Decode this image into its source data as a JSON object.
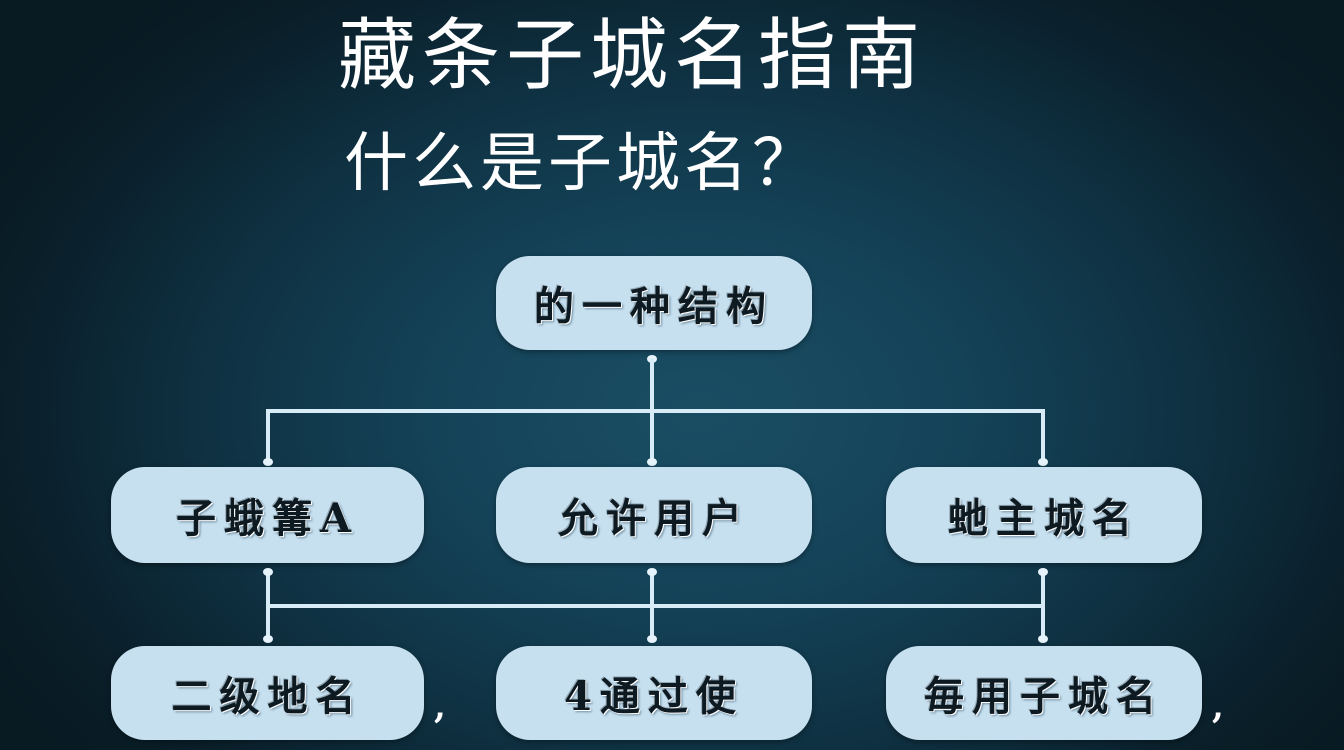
{
  "header": {
    "title": "藏条子城名指南",
    "subtitle": "什么是子城名？"
  },
  "diagram": {
    "root": {
      "label": "的一种结构"
    },
    "level1": [
      {
        "label": "子蛾篝A"
      },
      {
        "label": "允许用户"
      },
      {
        "label": "虵主城名"
      }
    ],
    "level2": [
      {
        "label": "二级地名",
        "suffix": ","
      },
      {
        "label": "4通过使",
        "suffix": ""
      },
      {
        "label": "毎用子城名",
        "suffix": ","
      }
    ]
  },
  "colors": {
    "background_center": "#1a4d63",
    "background_edge": "#081a22",
    "node_fill": "#c6e0f0",
    "connector": "#d8ecf8",
    "title_text": "#ffffff",
    "node_text": "#0d1a22"
  }
}
